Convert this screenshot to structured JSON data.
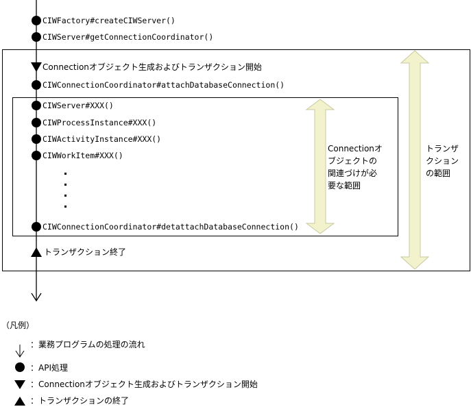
{
  "flow": {
    "create_server": "CIWFactory#createCIWServer()",
    "get_coordinator": "CIWServer#getConnectionCoordinator()",
    "tx_start": "Connectionオブジェクト生成およびトランザクション開始",
    "attach": "CIWConnectionCoordinator#attachDatabaseConnection()",
    "server_xxx": "CIWServer#XXX()",
    "process_xxx": "CIWProcessInstance#XXX()",
    "activity_xxx": "CIWActivityInstance#XXX()",
    "workitem_xxx": "CIWWorkItem#XXX()",
    "ellipsis": "⋮",
    "detach": "CIWConnectionCoordinator#detattachDatabaseConnection()",
    "tx_end": "トランザクション終了"
  },
  "annotations": {
    "connection_scope": [
      "Connectionオ",
      "ブジェクトの",
      "関連づけが必",
      "要な範囲"
    ],
    "transaction_scope": [
      "トランザ",
      "クション",
      "の範囲"
    ]
  },
  "legend": {
    "title": "（凡例）",
    "flow_arrow": "：業務プログラムの処理の流れ",
    "api_call": "：API処理",
    "tx_start": "：Connectionオブジェクト生成およびトランザクション開始",
    "tx_end": "：トランザクションの終了"
  },
  "colors": {
    "line": "#000000",
    "scope_arrow_fill": "#f2f2cc",
    "scope_arrow_stroke": "#c8c8a0"
  }
}
